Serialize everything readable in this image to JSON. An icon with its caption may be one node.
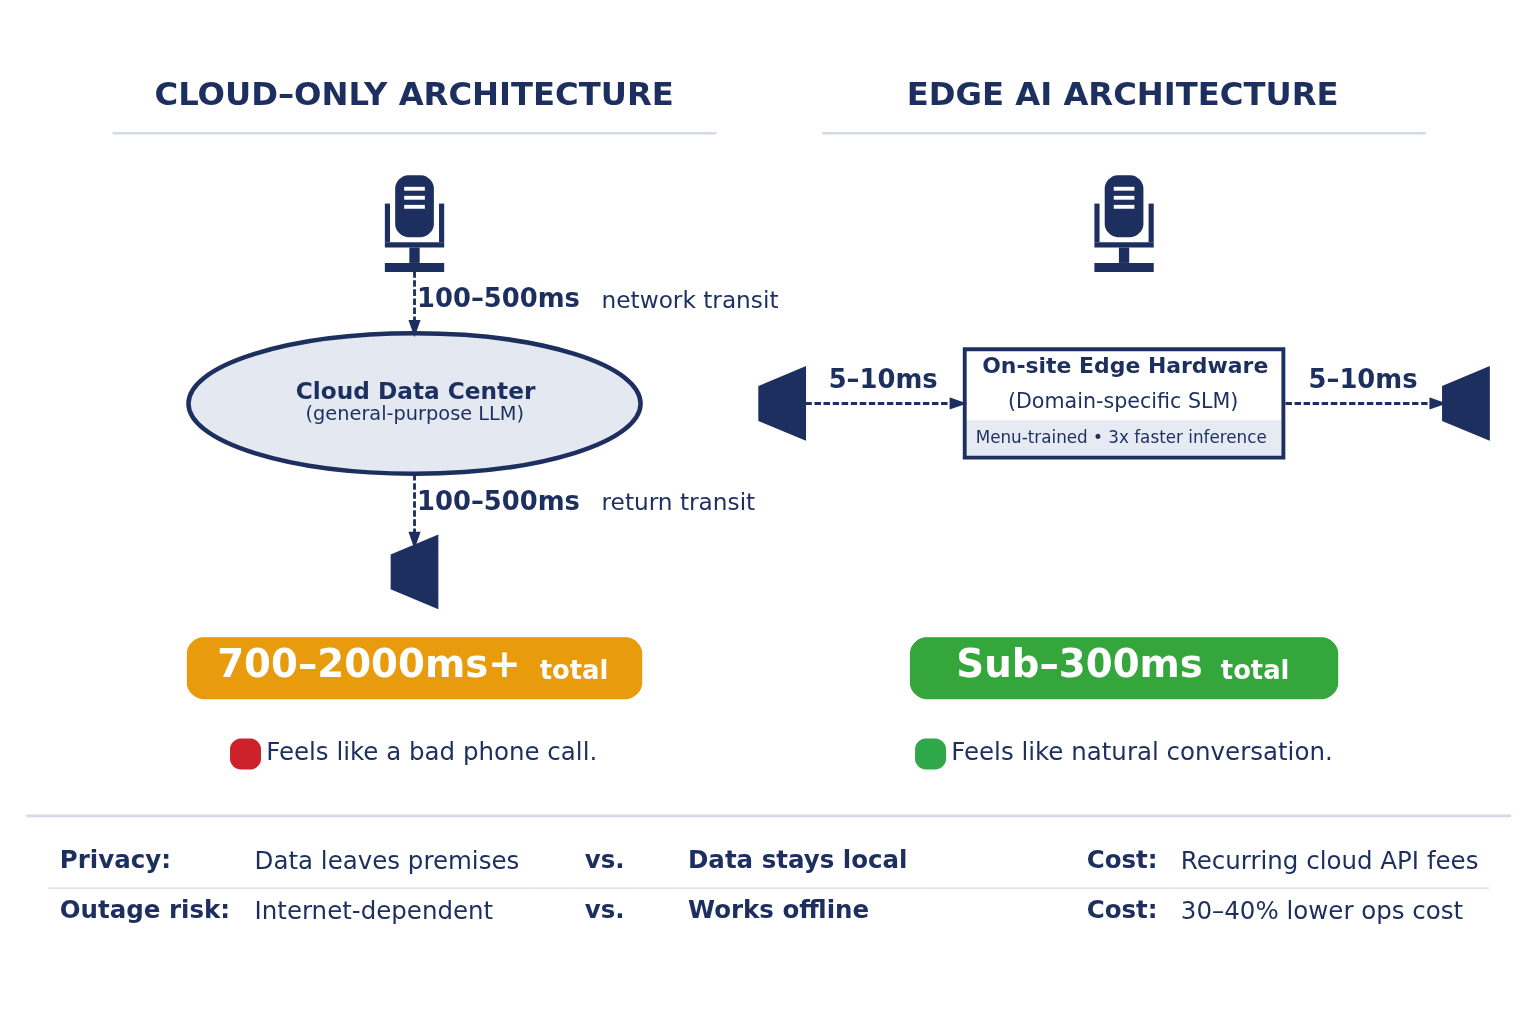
{
  "diagram": {
    "nodes": [
      {
        "text": [],
        "shape": "microphone"
      },
      {
        "text": [
          "Cloud Data Center",
          "(general-purpose LLM)"
        ]
      },
      {
        "text": [],
        "shape": "speaker"
      },
      {
        "text": [
          "700–2000ms+ total"
        ],
        "beside": [
          "Feels like a bad phone call."
        ]
      },
      {
        "text": [],
        "shape": "microphone"
      },
      {
        "text": [],
        "shape": "speaker"
      },
      {
        "text": [
          "On-site Edge Hardware",
          "(Domain-specific SLM)",
          "Menu-trained • 3x faster inference"
        ]
      },
      {
        "text": [],
        "shape": "speaker"
      },
      {
        "text": [
          "Sub–300ms total"
        ],
        "beside": [
          "Feels like natural conversation."
        ]
      }
    ],
    "edges": [
      {
        "from": 0,
        "to": 1,
        "arrow": "to",
        "label": "100–500ms network transit",
        "style": "dashed"
      },
      {
        "from": 1,
        "to": 2,
        "arrow": "to",
        "label": "100–500ms return transit",
        "style": "dashed"
      },
      {
        "from": 5,
        "to": 6,
        "arrow": "to",
        "label": "5–10ms",
        "style": "dashed"
      },
      {
        "from": 6,
        "to": 7,
        "arrow": "to",
        "label": "5–10ms",
        "style": "dashed"
      }
    ],
    "labels": [
      "CLOUD–ONLY ARCHITECTURE",
      "EDGE AI ARCHITECTURE",
      "Privacy:",
      "Data leaves premises",
      "vs.",
      "Data stays local",
      "Cost:",
      "Recurring cloud API fees",
      "Outage risk:",
      "Internet-dependent",
      "vs.",
      "Works offline",
      "Cost:",
      "30–40% lower ops cost"
    ]
  }
}
